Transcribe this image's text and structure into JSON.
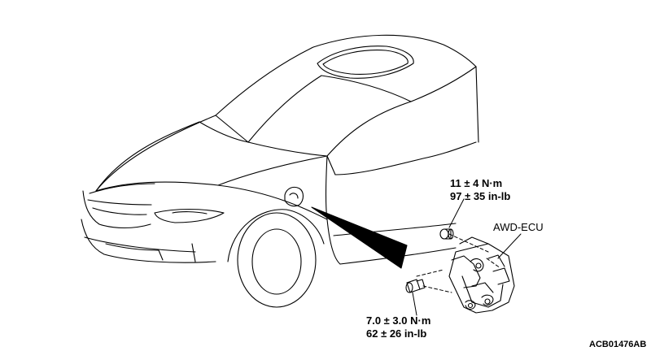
{
  "labels": {
    "torque_upper_1": "11 ± 4 N·m",
    "torque_upper_2": "97 ± 35 in-lb",
    "part_name": "AWD-ECU",
    "torque_lower_1": "7.0 ± 3.0 N·m",
    "torque_lower_2": "62 ± 26 in-lb",
    "figure_code": "ACB01476AB"
  }
}
